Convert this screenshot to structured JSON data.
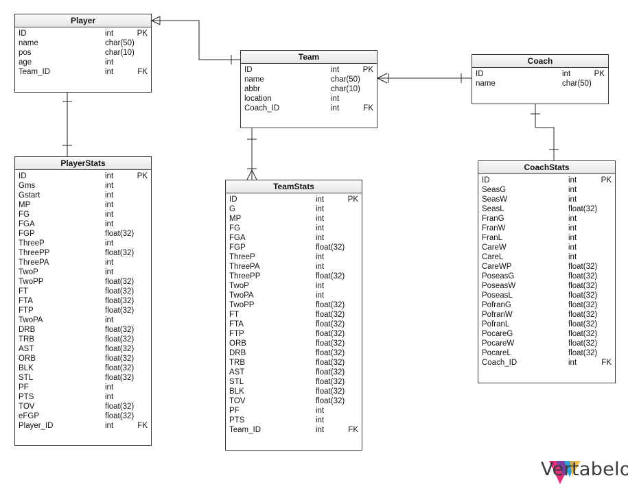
{
  "tables": [
    {
      "id": "player",
      "title": "Player",
      "rows": [
        [
          "ID",
          "int",
          "PK"
        ],
        [
          "name",
          "char(50)",
          ""
        ],
        [
          "pos",
          "char(10)",
          ""
        ],
        [
          "age",
          "int",
          ""
        ],
        [
          "Team_ID",
          "int",
          "FK"
        ]
      ]
    },
    {
      "id": "team",
      "title": "Team",
      "rows": [
        [
          "ID",
          "int",
          "PK"
        ],
        [
          "name",
          "char(50)",
          ""
        ],
        [
          "abbr",
          "char(10)",
          ""
        ],
        [
          "location",
          "int",
          ""
        ],
        [
          "Coach_ID",
          "int",
          "FK"
        ]
      ]
    },
    {
      "id": "coach",
      "title": "Coach",
      "rows": [
        [
          "ID",
          "int",
          "PK"
        ],
        [
          "name",
          "char(50)",
          ""
        ]
      ]
    },
    {
      "id": "playerstats",
      "title": "PlayerStats",
      "rows": [
        [
          "ID",
          "int",
          "PK"
        ],
        [
          "Gms",
          "int",
          ""
        ],
        [
          "Gstart",
          "int",
          ""
        ],
        [
          "MP",
          "int",
          ""
        ],
        [
          "FG",
          "int",
          ""
        ],
        [
          "FGA",
          "int",
          ""
        ],
        [
          "FGP",
          "float(32)",
          ""
        ],
        [
          "ThreeP",
          "int",
          ""
        ],
        [
          "ThreePP",
          "float(32)",
          ""
        ],
        [
          "ThreePA",
          "int",
          ""
        ],
        [
          "TwoP",
          "int",
          ""
        ],
        [
          "TwoPP",
          "float(32)",
          ""
        ],
        [
          "FT",
          "float(32)",
          ""
        ],
        [
          "FTA",
          "float(32)",
          ""
        ],
        [
          "FTP",
          "float(32)",
          ""
        ],
        [
          "TwoPA",
          "int",
          ""
        ],
        [
          "DRB",
          "float(32)",
          ""
        ],
        [
          "TRB",
          "float(32)",
          ""
        ],
        [
          "AST",
          "float(32)",
          ""
        ],
        [
          "ORB",
          "float(32)",
          ""
        ],
        [
          "BLK",
          "float(32)",
          ""
        ],
        [
          "STL",
          "float(32)",
          ""
        ],
        [
          "PF",
          "int",
          ""
        ],
        [
          "PTS",
          "int",
          ""
        ],
        [
          "TOV",
          "float(32)",
          ""
        ],
        [
          "eFGP",
          "float(32)",
          ""
        ],
        [
          "Player_ID",
          "int",
          "FK"
        ]
      ]
    },
    {
      "id": "teamstats",
      "title": "TeamStats",
      "rows": [
        [
          "ID",
          "int",
          "PK"
        ],
        [
          "G",
          "int",
          ""
        ],
        [
          "MP",
          "int",
          ""
        ],
        [
          "FG",
          "int",
          ""
        ],
        [
          "FGA",
          "int",
          ""
        ],
        [
          "FGP",
          "float(32)",
          ""
        ],
        [
          "ThreeP",
          "int",
          ""
        ],
        [
          "ThreePA",
          "int",
          ""
        ],
        [
          "ThreePP",
          "float(32)",
          ""
        ],
        [
          "TwoP",
          "int",
          ""
        ],
        [
          "TwoPA",
          "int",
          ""
        ],
        [
          "TwoPP",
          "float(32)",
          ""
        ],
        [
          "FT",
          "float(32)",
          ""
        ],
        [
          "FTA",
          "float(32)",
          ""
        ],
        [
          "FTP",
          "float(32)",
          ""
        ],
        [
          "ORB",
          "float(32)",
          ""
        ],
        [
          "DRB",
          "float(32)",
          ""
        ],
        [
          "TRB",
          "float(32)",
          ""
        ],
        [
          "AST",
          "float(32)",
          ""
        ],
        [
          "STL",
          "float(32)",
          ""
        ],
        [
          "BLK",
          "float(32)",
          ""
        ],
        [
          "TOV",
          "float(32)",
          ""
        ],
        [
          "PF",
          "int",
          ""
        ],
        [
          "PTS",
          "int",
          ""
        ],
        [
          "Team_ID",
          "int",
          "FK"
        ]
      ]
    },
    {
      "id": "coachstats",
      "title": "CoachStats",
      "rows": [
        [
          "ID",
          "int",
          "PK"
        ],
        [
          "SeasG",
          "int",
          ""
        ],
        [
          "SeasW",
          "int",
          ""
        ],
        [
          "SeasL",
          "float(32)",
          ""
        ],
        [
          "FranG",
          "int",
          ""
        ],
        [
          "FranW",
          "int",
          ""
        ],
        [
          "FranL",
          "int",
          ""
        ],
        [
          "CareW",
          "int",
          ""
        ],
        [
          "CareL",
          "int",
          ""
        ],
        [
          "CareWP",
          "float(32)",
          ""
        ],
        [
          "PoseasG",
          "float(32)",
          ""
        ],
        [
          "PoseasW",
          "float(32)",
          ""
        ],
        [
          "PoseasL",
          "float(32)",
          ""
        ],
        [
          "PofranG",
          "float(32)",
          ""
        ],
        [
          "PofranW",
          "float(32)",
          ""
        ],
        [
          "PofranL",
          "float(32)",
          ""
        ],
        [
          "PocareG",
          "float(32)",
          ""
        ],
        [
          "PocareW",
          "float(32)",
          ""
        ],
        [
          "PocareL",
          "float(32)",
          ""
        ],
        [
          "Coach_ID",
          "int",
          "FK"
        ]
      ]
    }
  ],
  "brand": {
    "name": "Vertabelo",
    "colors": [
      "#e0317e",
      "#7b3fa0",
      "#2fa3d8",
      "#f2b22e"
    ]
  }
}
